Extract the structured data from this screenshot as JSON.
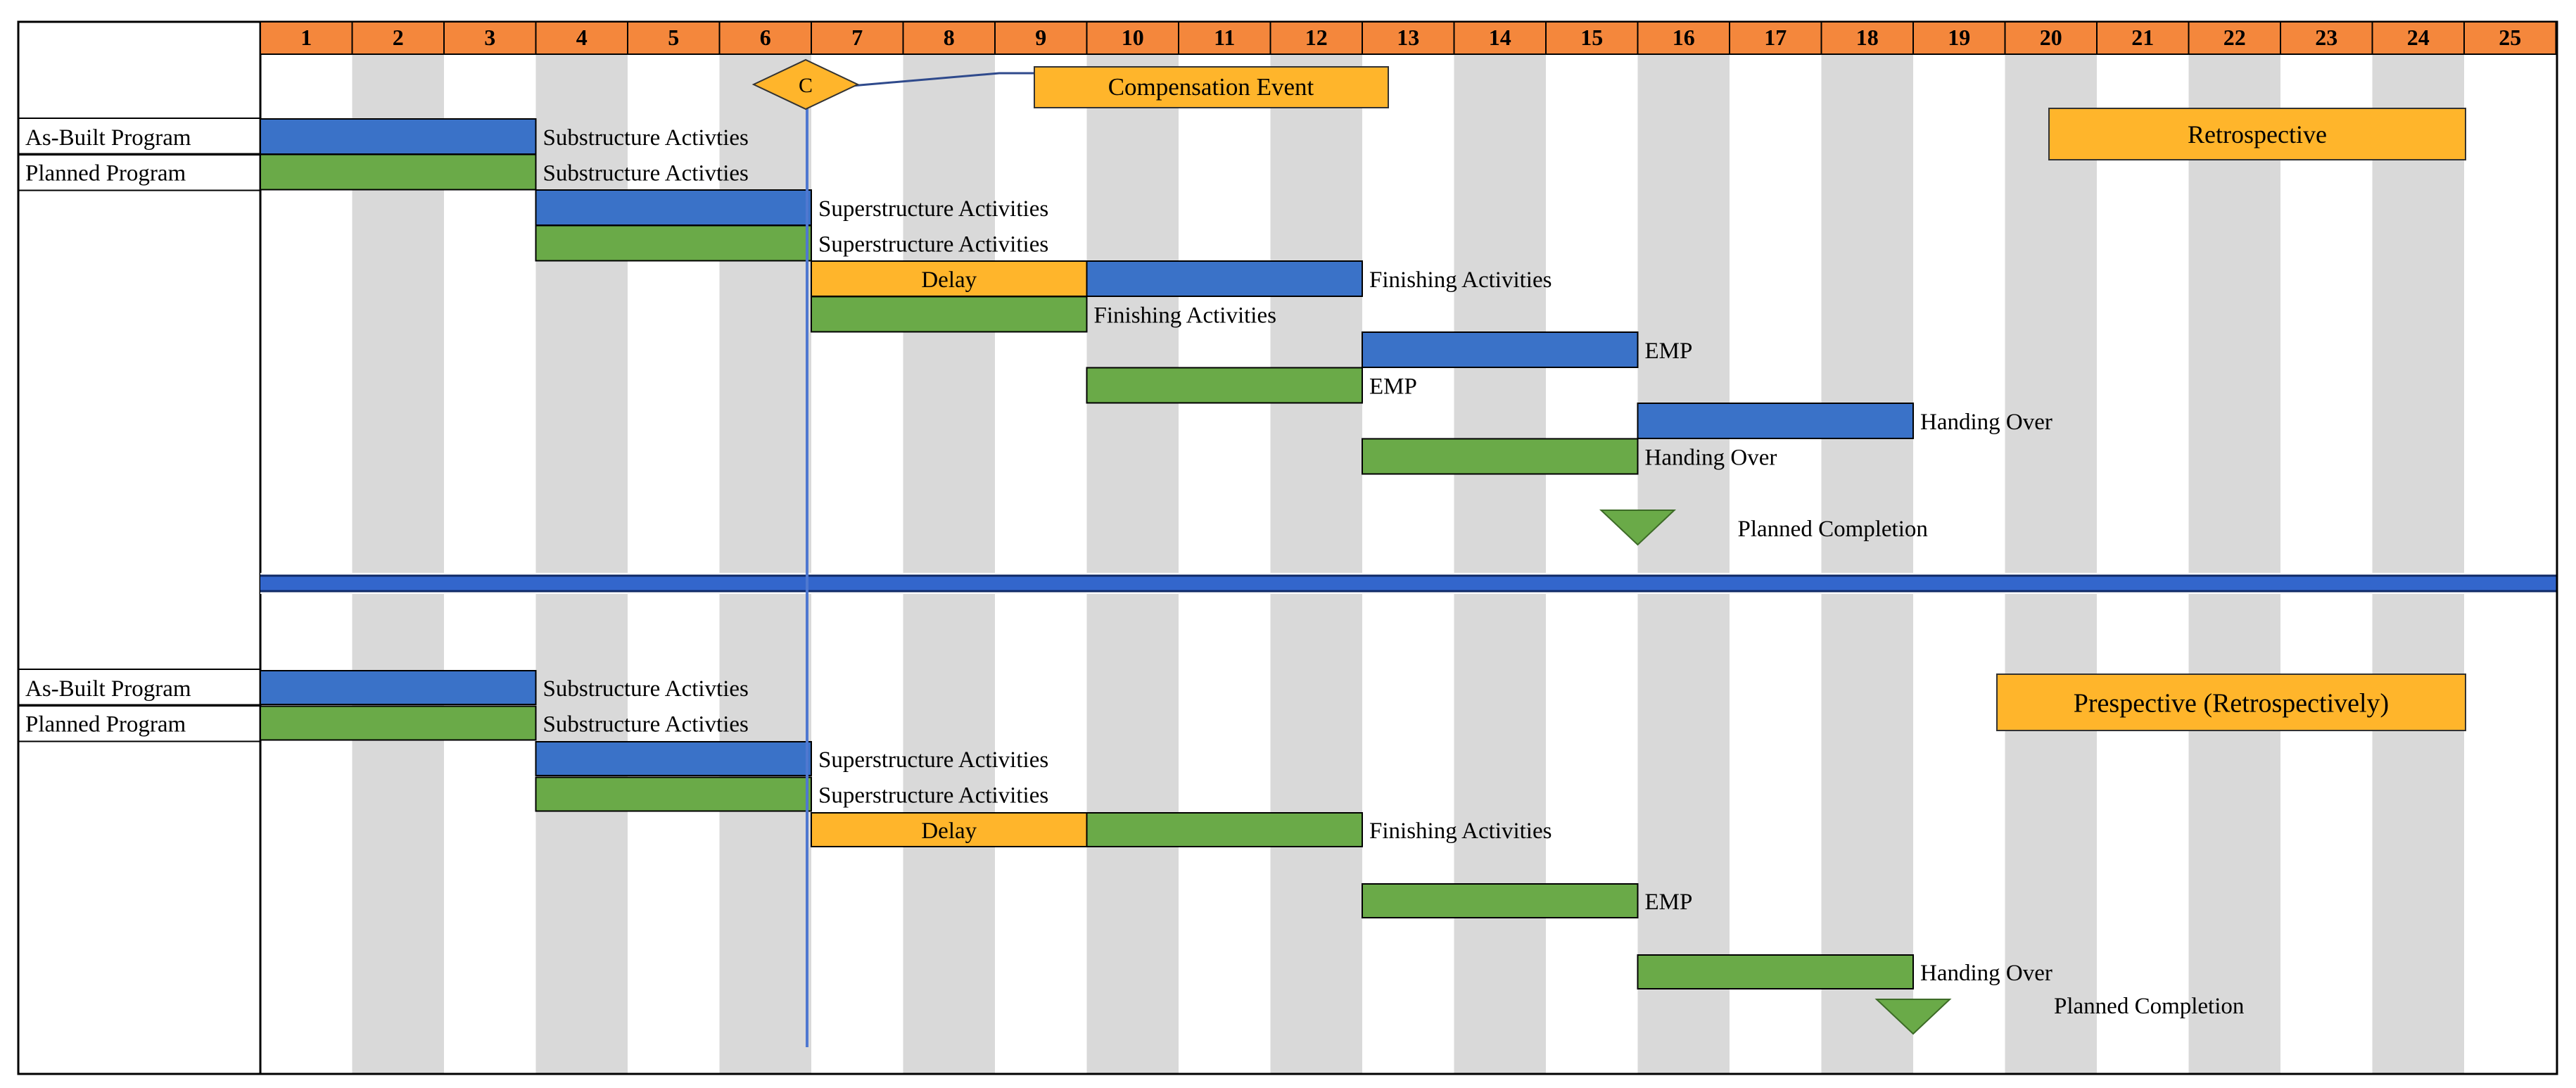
{
  "colors": {
    "header_bg": "#F4873C",
    "stripe": "#D9D9D9",
    "as_built": "#3A72C8",
    "planned": "#6AAA48",
    "delay": "#FFB52B",
    "marker_line": "#4F78D0",
    "divider": "#3366CC",
    "completion_marker": "#6AAA48"
  },
  "columns": [
    "1",
    "2",
    "3",
    "4",
    "5",
    "6",
    "7",
    "8",
    "9",
    "10",
    "11",
    "12",
    "13",
    "14",
    "15",
    "16",
    "17",
    "18",
    "19",
    "20",
    "21",
    "22",
    "23",
    "24",
    "25"
  ],
  "compensation_event": {
    "symbol": "C",
    "label": "Compensation Event",
    "at_period": 7
  },
  "sections": [
    {
      "id": "retrospective",
      "title": "Retrospective",
      "row_labels": [
        "As-Built Program",
        "Planned Program"
      ],
      "bars": [
        {
          "row": 0,
          "start": 1,
          "end": 3,
          "kind": "as_built",
          "bar_text": "",
          "label": "Substructure Activties"
        },
        {
          "row": 1,
          "start": 1,
          "end": 3,
          "kind": "planned",
          "bar_text": "",
          "label": "Substructure Activties"
        },
        {
          "row": 2,
          "start": 4,
          "end": 6,
          "kind": "as_built",
          "bar_text": "",
          "label": "Superstructure Activities"
        },
        {
          "row": 3,
          "start": 4,
          "end": 6,
          "kind": "planned",
          "bar_text": "",
          "label": "Superstructure Activities"
        },
        {
          "row": 4,
          "start": 7,
          "end": 9,
          "kind": "delay",
          "bar_text": "Delay",
          "label": ""
        },
        {
          "row": 4,
          "start": 10,
          "end": 12,
          "kind": "as_built",
          "bar_text": "",
          "label": "Finishing Activities"
        },
        {
          "row": 5,
          "start": 7,
          "end": 9,
          "kind": "planned",
          "bar_text": "",
          "label": "Finishing Activities"
        },
        {
          "row": 6,
          "start": 13,
          "end": 15,
          "kind": "as_built",
          "bar_text": "",
          "label": "EMP"
        },
        {
          "row": 7,
          "start": 10,
          "end": 12,
          "kind": "planned",
          "bar_text": "",
          "label": "EMP"
        },
        {
          "row": 8,
          "start": 16,
          "end": 18,
          "kind": "as_built",
          "bar_text": "",
          "label": "Handing Over"
        },
        {
          "row": 9,
          "start": 13,
          "end": 15,
          "kind": "planned",
          "bar_text": "",
          "label": "Handing Over"
        }
      ],
      "milestone": {
        "label": "Planned Completion",
        "at_period": 16
      }
    },
    {
      "id": "prospective",
      "title": "Prespective (Retrospectively)",
      "row_labels": [
        "As-Built Program",
        "Planned Program"
      ],
      "bars": [
        {
          "row": 0,
          "start": 1,
          "end": 3,
          "kind": "as_built",
          "bar_text": "",
          "label": "Substructure Activties"
        },
        {
          "row": 1,
          "start": 1,
          "end": 3,
          "kind": "planned",
          "bar_text": "",
          "label": "Substructure Activties"
        },
        {
          "row": 2,
          "start": 4,
          "end": 6,
          "kind": "as_built",
          "bar_text": "",
          "label": "Superstructure Activities"
        },
        {
          "row": 3,
          "start": 4,
          "end": 6,
          "kind": "planned",
          "bar_text": "",
          "label": "Superstructure Activities"
        },
        {
          "row": 4,
          "start": 7,
          "end": 9,
          "kind": "delay",
          "bar_text": "Delay",
          "label": ""
        },
        {
          "row": 4,
          "start": 10,
          "end": 12,
          "kind": "planned",
          "bar_text": "",
          "label": "Finishing Activities"
        },
        {
          "row": 6,
          "start": 13,
          "end": 15,
          "kind": "planned",
          "bar_text": "",
          "label": "EMP"
        },
        {
          "row": 8,
          "start": 16,
          "end": 18,
          "kind": "planned",
          "bar_text": "",
          "label": "Handing Over"
        }
      ],
      "milestone": {
        "label": "Planned Completion",
        "at_period": 19
      }
    }
  ]
}
